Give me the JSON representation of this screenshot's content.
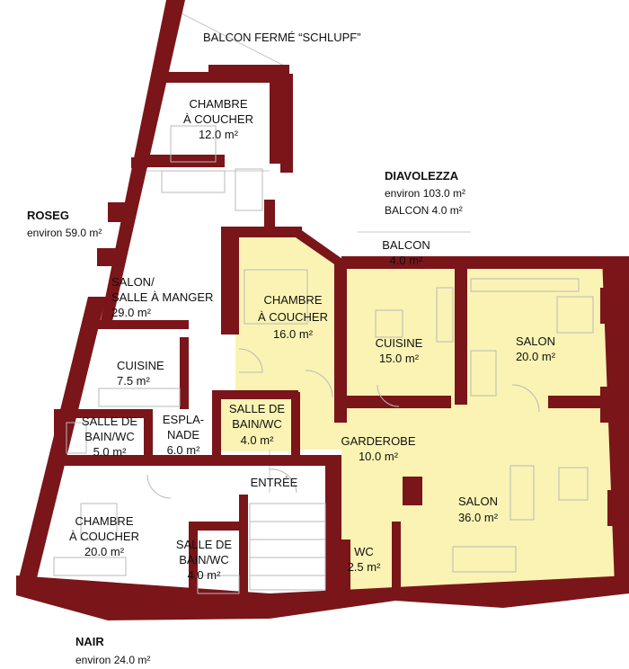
{
  "colors": {
    "wall": "#7a1519",
    "highlight": "#faf3b3",
    "background": "#ffffff"
  },
  "header": {
    "balcony_label": "BALCON FERMÉ “SCHLUPF”"
  },
  "apartments": {
    "roseg": {
      "name": "ROSEG",
      "area": "environ 59.0 m²"
    },
    "diavolezza": {
      "name": "DIAVOLEZZA",
      "area": "environ 103.0 m²",
      "balcony": "BALCON 4.0 m²"
    },
    "nair": {
      "name": "NAIR",
      "area": "environ 24.0 m²"
    }
  },
  "rooms": {
    "chambre_top": {
      "line1": "CHAMBRE",
      "line2": "À COUCHER",
      "area": "12.0 m²"
    },
    "salon_manger": {
      "line1": "SALON/",
      "line2": "SALLE À MANGER",
      "area": "29.0 m²"
    },
    "cuisine_left": {
      "name": "CUISINE",
      "area": "7.5 m²"
    },
    "bain_left": {
      "line1": "SALLE DE",
      "line2": "BAIN/WC",
      "area": "5.0 m²"
    },
    "esplanade": {
      "line1": "ESPLA-",
      "line2": "NADE",
      "area": "6.0 m²"
    },
    "chambre_center": {
      "line1": "CHAMBRE",
      "line2": "À COUCHER",
      "area": "16.0 m²"
    },
    "bain_center": {
      "line1": "SALLE DE",
      "line2": "BAIN/WC",
      "area": "4.0 m²"
    },
    "balcon_right": {
      "name": "BALCON",
      "area": "4.0 m²"
    },
    "cuisine_right": {
      "name": "CUISINE",
      "area": "15.0 m²"
    },
    "salon_right": {
      "name": "SALON",
      "area": "20.0 m²"
    },
    "garderobe": {
      "name": "GARDEROBE",
      "area": "10.0 m²"
    },
    "entree": {
      "name": "ENTRÉE"
    },
    "salon_big": {
      "name": "SALON",
      "area": "36.0 m²"
    },
    "wc": {
      "name": "WC",
      "area": "2.5 m²"
    },
    "chambre_bottom": {
      "line1": "CHAMBRE",
      "line2": "À COUCHER",
      "area": "20.0 m²"
    },
    "bain_bottom": {
      "line1": "SALLE DE",
      "line2": "BAIN/WC",
      "area": "4.0 m²"
    }
  }
}
